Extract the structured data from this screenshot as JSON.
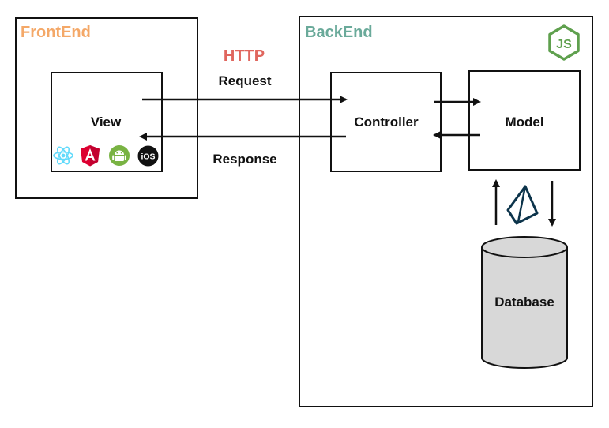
{
  "frontend": {
    "label": "FrontEnd",
    "label_color": "#f4a868",
    "view": {
      "label": "View",
      "icons": [
        "react-icon",
        "angular-icon",
        "android-icon",
        "ios-icon"
      ],
      "ios_text": "iOS"
    }
  },
  "backend": {
    "label": "BackEnd",
    "label_color": "#6aaa9a",
    "node_logo": "JS",
    "node_logo_color": "#5fa04e",
    "controller": {
      "label": "Controller"
    },
    "model": {
      "label": "Model"
    },
    "database": {
      "label": "Database"
    },
    "orm_icon": "prisma-icon"
  },
  "http": {
    "label": "HTTP",
    "color": "#e0665e",
    "request_label": "Request",
    "response_label": "Response"
  },
  "colors": {
    "stroke": "#111111",
    "cylinder_fill": "#d8d8d8",
    "react": "#61dafb",
    "angular": "#dd0031",
    "android": "#79b343",
    "prisma": "#0c344b"
  }
}
